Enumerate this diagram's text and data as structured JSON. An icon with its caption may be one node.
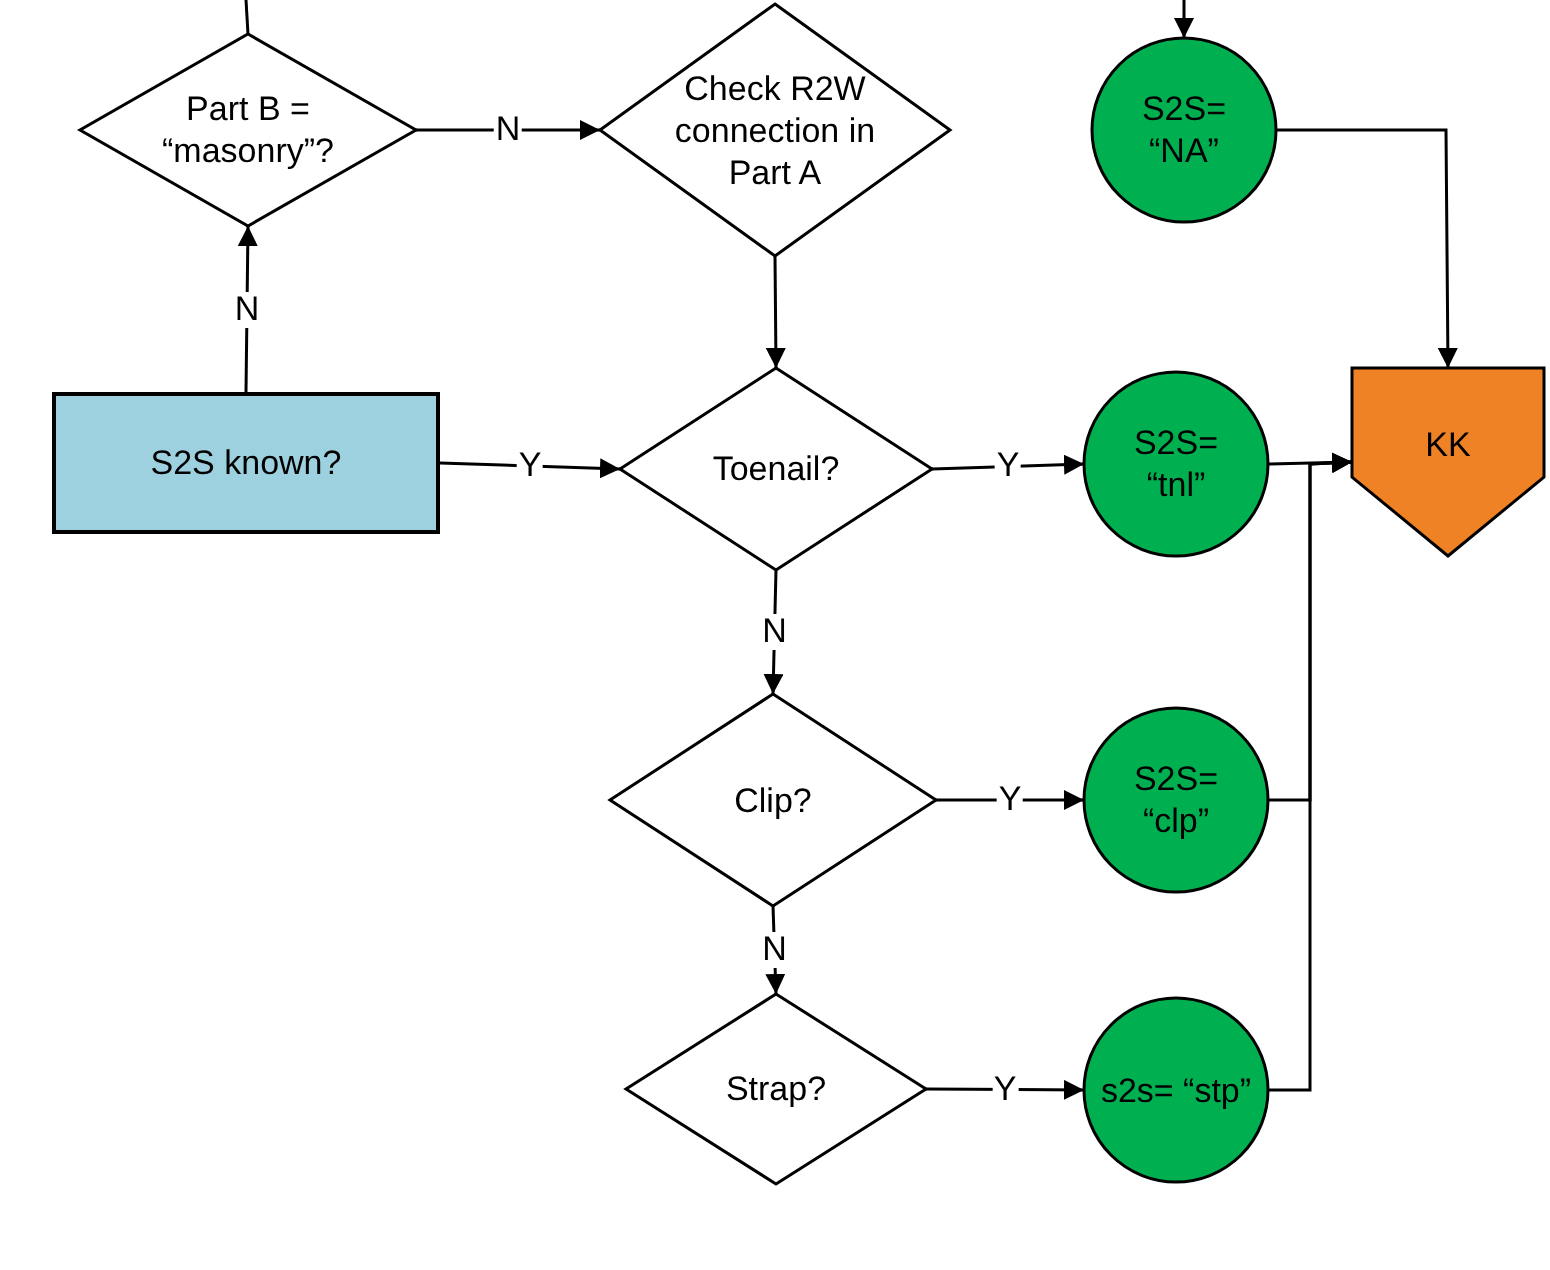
{
  "diagram": {
    "nodes": [
      {
        "text": [
          "Part B = “masonry”?"
        ]
      },
      {
        "text": [
          "Check R2W connection in Part A"
        ]
      },
      {
        "text": [
          "S2S= “NA”"
        ]
      },
      {
        "text": [
          "S2S known?"
        ]
      },
      {
        "text": [
          "Toenail?"
        ]
      },
      {
        "text": [
          "S2S= “tnl”"
        ]
      },
      {
        "text": [
          "KK"
        ]
      },
      {
        "text": [
          "Clip?"
        ]
      },
      {
        "text": [
          "S2S= “clp”"
        ]
      },
      {
        "text": [
          "Strap?"
        ]
      },
      {
        "text": [
          "s2s= “stp”"
        ]
      }
    ],
    "edges": [
      {
        "from": 0,
        "to": null,
        "arrow": "none"
      },
      {
        "from": null,
        "to": 2,
        "arrow": "to"
      },
      {
        "from": 0,
        "to": 1,
        "arrow": "to",
        "label": "N"
      },
      {
        "from": 3,
        "to": 0,
        "arrow": "to",
        "label": "N"
      },
      {
        "from": 1,
        "to": 4,
        "arrow": "to"
      },
      {
        "from": 3,
        "to": 4,
        "arrow": "to",
        "label": "Y"
      },
      {
        "from": 4,
        "to": 5,
        "arrow": "to",
        "label": "Y"
      },
      {
        "from": 4,
        "to": 7,
        "arrow": "to",
        "label": "N"
      },
      {
        "from": 7,
        "to": 8,
        "arrow": "to",
        "label": "Y"
      },
      {
        "from": 7,
        "to": 9,
        "arrow": "to",
        "label": "N"
      },
      {
        "from": 9,
        "to": 10,
        "arrow": "to",
        "label": "Y"
      },
      {
        "from": 2,
        "to": 6,
        "arrow": "to"
      },
      {
        "from": 5,
        "to": 6,
        "arrow": "to"
      },
      {
        "from": 8,
        "to": 6,
        "arrow": "to"
      },
      {
        "from": 10,
        "to": 6,
        "arrow": "to"
      }
    ]
  }
}
